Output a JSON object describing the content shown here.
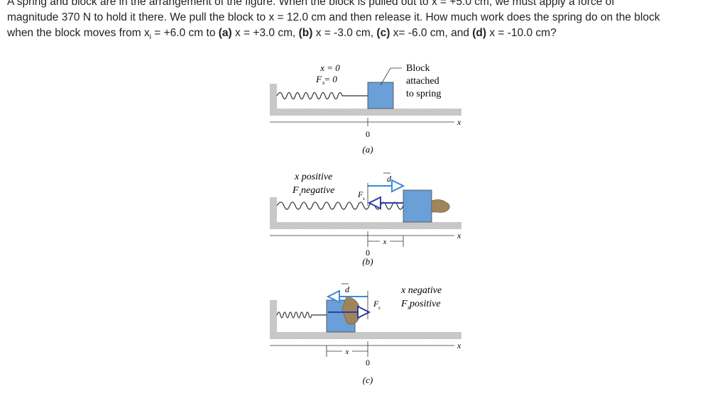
{
  "problem": {
    "line1": "A spring and block are in the arrangement of the figure. When the block is pulled out to x = +5.0 cm, we must apply a force of",
    "line2": "magnitude 370 N to hold it there. We pull the block to x = 12.0 cm and then release it. How much work does the spring do on the block",
    "line3_pre": "when the block moves from x",
    "line3_sub": "i",
    "line3_mid": " = +6.0 cm to ",
    "a_label": "(a)",
    "a_text": " x = +3.0 cm, ",
    "b_label": "(b)",
    "b_text": " x = -3.0 cm, ",
    "c_label": "(c)",
    "c_text": " x= -6.0 cm, and ",
    "d_label": "(d)",
    "d_text": " x = -10.0 cm?"
  },
  "figure": {
    "panel_a": {
      "x_eq": "x = 0",
      "fs_eq": "F  = 0",
      "fs_sub": "s",
      "block_label": [
        "Block",
        "attached",
        "to spring"
      ],
      "axis_label": "x",
      "zero": "0",
      "caption": "(a)"
    },
    "panel_b": {
      "state1": "x  positive",
      "state2": "F  negative",
      "state2_sub": "s",
      "d_vec": "d",
      "fs_vec": "F",
      "fs_vec_sub": "s",
      "axis_label": "x",
      "zero": "0",
      "x_marker": "x",
      "caption": "(b)"
    },
    "panel_c": {
      "state1": "x  negative",
      "state2": "F  positive",
      "state2_sub": "s",
      "d_vec": "d",
      "fs_vec": "F",
      "fs_vec_sub": "s",
      "axis_label": "x",
      "zero": "0",
      "x_marker": "x",
      "caption": "(c)"
    },
    "colors": {
      "block": "#6a9fd8",
      "floor": "#c8c8c8",
      "arrow": "#3a8ad8",
      "spring_force": "#2e3fa8",
      "hand": "#a0845a"
    }
  }
}
